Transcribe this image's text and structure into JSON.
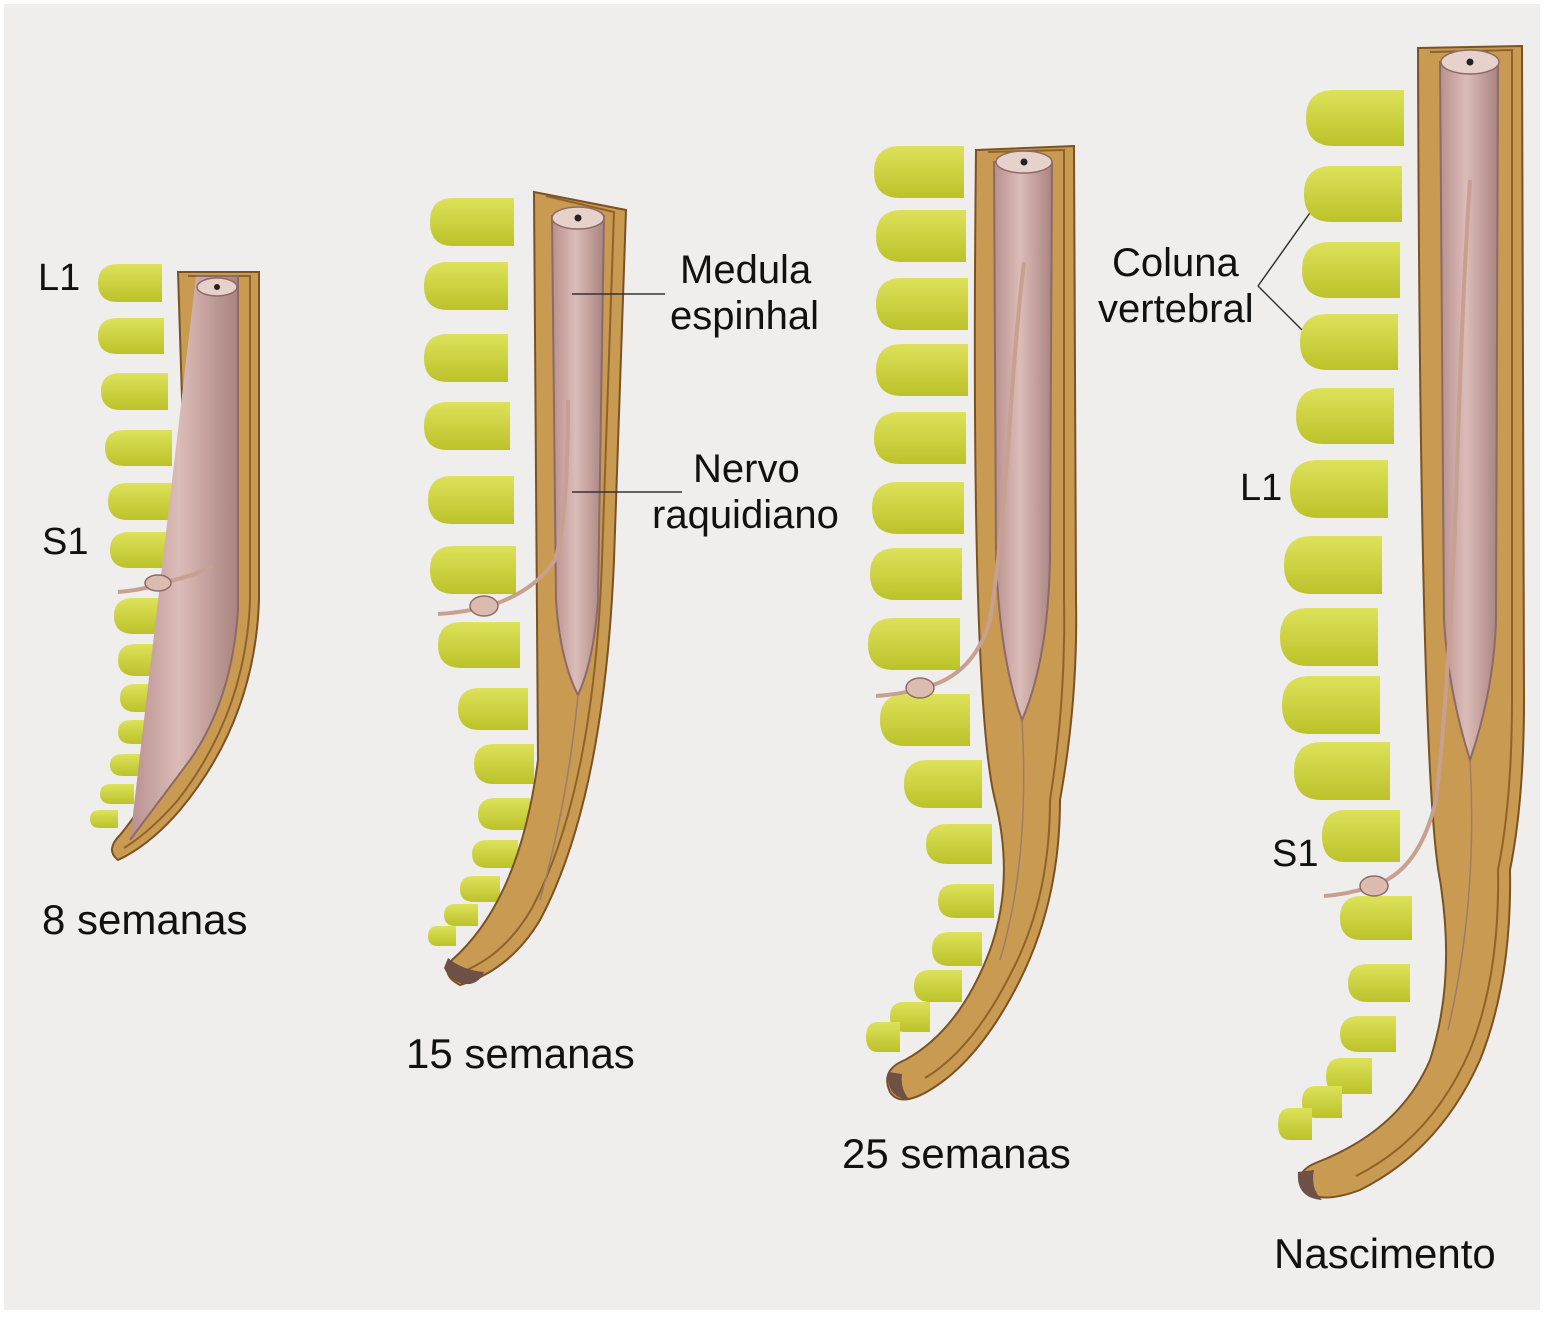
{
  "colors": {
    "background": "#efeeec",
    "vertebra": "#cfd43a",
    "canal": "#c99a52",
    "cord": "#cfa6a6",
    "nerve": "#d8b8a8"
  },
  "labels": {
    "medula_line1": "Medula",
    "medula_line2": "espinhal",
    "nervo_line1": "Nervo",
    "nervo_line2": "raquidiano",
    "coluna_line1": "Coluna",
    "coluna_line2": "vertebral"
  },
  "stages": [
    {
      "caption": "8 semanas",
      "l1_label": "L1",
      "s1_label": "S1"
    },
    {
      "caption": "15 semanas"
    },
    {
      "caption": "25 semanas"
    },
    {
      "caption": "Nascimento",
      "l1_label": "L1",
      "s1_label": "S1"
    }
  ]
}
